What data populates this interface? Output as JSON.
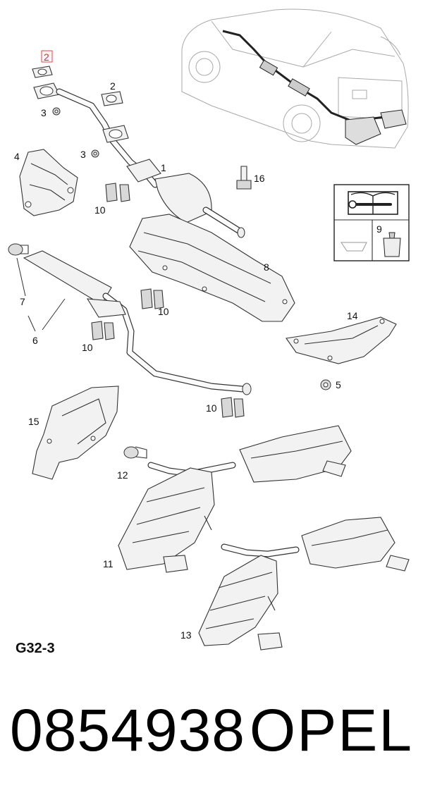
{
  "diagram": {
    "section_code": "G32-3",
    "highlighted_callout": "2",
    "callouts": {
      "c1": "1",
      "c2_highlight": "2",
      "c2": "2",
      "c3a": "3",
      "c3b": "3",
      "c4": "4",
      "c5": "5",
      "c6": "6",
      "c7": "7",
      "c8": "8",
      "c9": "9",
      "c10a": "10",
      "c10b": "10",
      "c10c": "10",
      "c10d": "10",
      "c11": "11",
      "c12": "12",
      "c13": "13",
      "c14": "14",
      "c15": "15",
      "c16": "16"
    },
    "icons": {
      "kit": "manual-wrench-icon",
      "sealant": "sealant-tube-icon"
    }
  },
  "footer": {
    "part_number": "0854938",
    "brand": "OPEL"
  },
  "colors": {
    "highlight": "#d94b4b"
  }
}
